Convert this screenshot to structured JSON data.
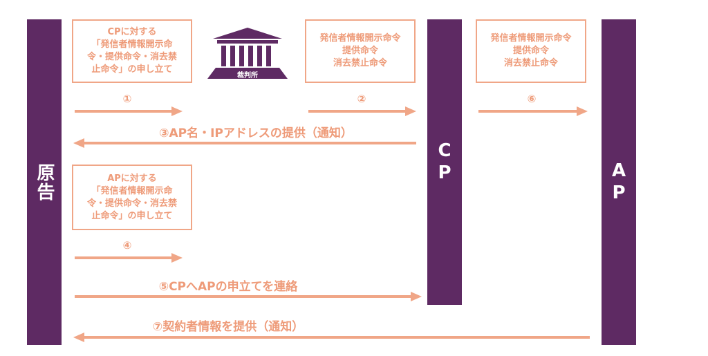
{
  "actors": {
    "plaintiff": "原告",
    "cp": "CP",
    "ap": "AP"
  },
  "court": {
    "label": "裁判所"
  },
  "boxes": {
    "cp_petition": "CPに対する\n「発信者情報開示命\n令・提供命令・消去禁\n止命令」の申し立て",
    "court_order_to_cp": "発信者情報開示命令\n提供命令\n消去禁止命令",
    "court_order_to_ap": "発信者情報開示命令\n提供命令\n消去禁止命令",
    "ap_petition": "APに対する\n「発信者情報開示命\n令・提供命令・消去禁\n止命令」の申し立て"
  },
  "steps": {
    "s1": "①",
    "s2": "②",
    "s3": "③AP名・IPアドレスの提供（通知）",
    "s4": "④",
    "s5": "⑤CPへAPの申立てを連絡",
    "s6": "⑥",
    "s7": "⑦契約者情報を提供（通知）"
  },
  "colors": {
    "bar": "#5e2a63",
    "arrow": "#f0a687",
    "text": "#ee9b79"
  }
}
